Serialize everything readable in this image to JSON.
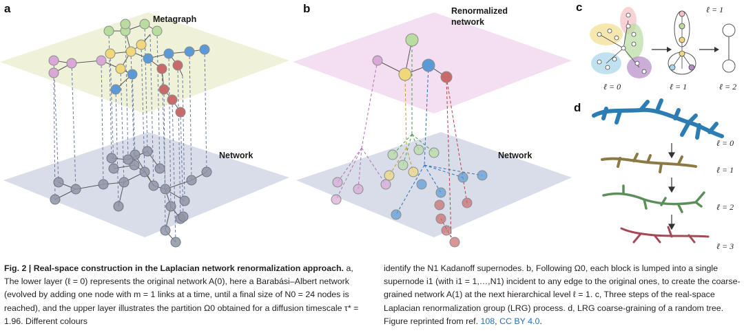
{
  "panels": {
    "a": {
      "letter": "a",
      "top_label": "Metagraph",
      "bottom_label": "Network"
    },
    "b": {
      "letter": "b",
      "top_label_line1": "Renormalized",
      "top_label_line2": "network",
      "bottom_label": "Network"
    },
    "c": {
      "letter": "c",
      "levels": [
        "ℓ = 1",
        "ℓ = 0",
        "ℓ = 1",
        "ℓ = 2"
      ]
    },
    "d": {
      "letter": "d",
      "levels": [
        "ℓ = 0",
        "ℓ = 1",
        "ℓ = 2",
        "ℓ = 3"
      ]
    }
  },
  "colors": {
    "metagraph_plane": "#eef0d6",
    "renorm_plane": "#f3dcf0",
    "network_plane": "#d6dbe8",
    "node_grey": "#8f95a6",
    "green": "#b9dca1",
    "yellow": "#f0d77a",
    "blue": "#5b9ad6",
    "red": "#c86a6a",
    "purple": "#d9a8d6",
    "tree0": "#2d7db5",
    "tree1": "#8c7a45",
    "tree2": "#5b8f5a",
    "tree3": "#a54a55",
    "link": "#2a6db5"
  },
  "caption": {
    "left": {
      "title": "Fig. 2 | Real-space construction in the Laplacian network renormalization approach.",
      "body": " a, The lower layer (ℓ = 0) represents the original network A(0), here a Barabási–Albert network (evolved by adding one node with m = 1 links at a time, until a final size of N0 = 24 nodes is reached), and the upper layer illustrates the partition Ω0 obtained for a diffusion timescale τ* = 1.96. Different colours"
    },
    "right": {
      "body": "identify the N1 Kadanoff supernodes. b, Following Ω0, each block is lumped into a single supernode i1 (with i1 = 1,…,N1) incident to any edge to the original ones, to create the coarse-grained network A(1) at the next hierarchical level ℓ = 1. c, Three steps of the real-space Laplacian renormalization group (LRG) process. d, LRG coarse-graining of a random tree. Figure reprinted from ref. ",
      "ref": "108",
      "sep": ", ",
      "license": "CC BY 4.0",
      "end": "."
    }
  }
}
